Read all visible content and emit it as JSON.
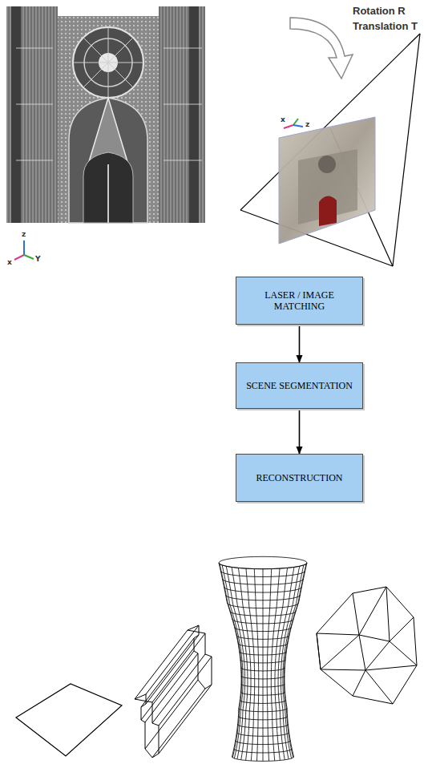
{
  "diagram": {
    "nodes": [
      {
        "text": [
          "LASER / IMAGE MATCHING"
        ]
      },
      {
        "text": [
          "SCENE SEGMENTATION"
        ]
      },
      {
        "text": [
          "RECONSTRUCTION"
        ]
      }
    ],
    "edges": [
      {
        "from": 0,
        "to": 1,
        "arrow": "to"
      },
      {
        "from": 1,
        "to": 2,
        "arrow": "to"
      }
    ],
    "labels": [
      "Rotation R",
      "Translation T",
      "z",
      "x",
      "Y",
      "x",
      "z"
    ]
  }
}
